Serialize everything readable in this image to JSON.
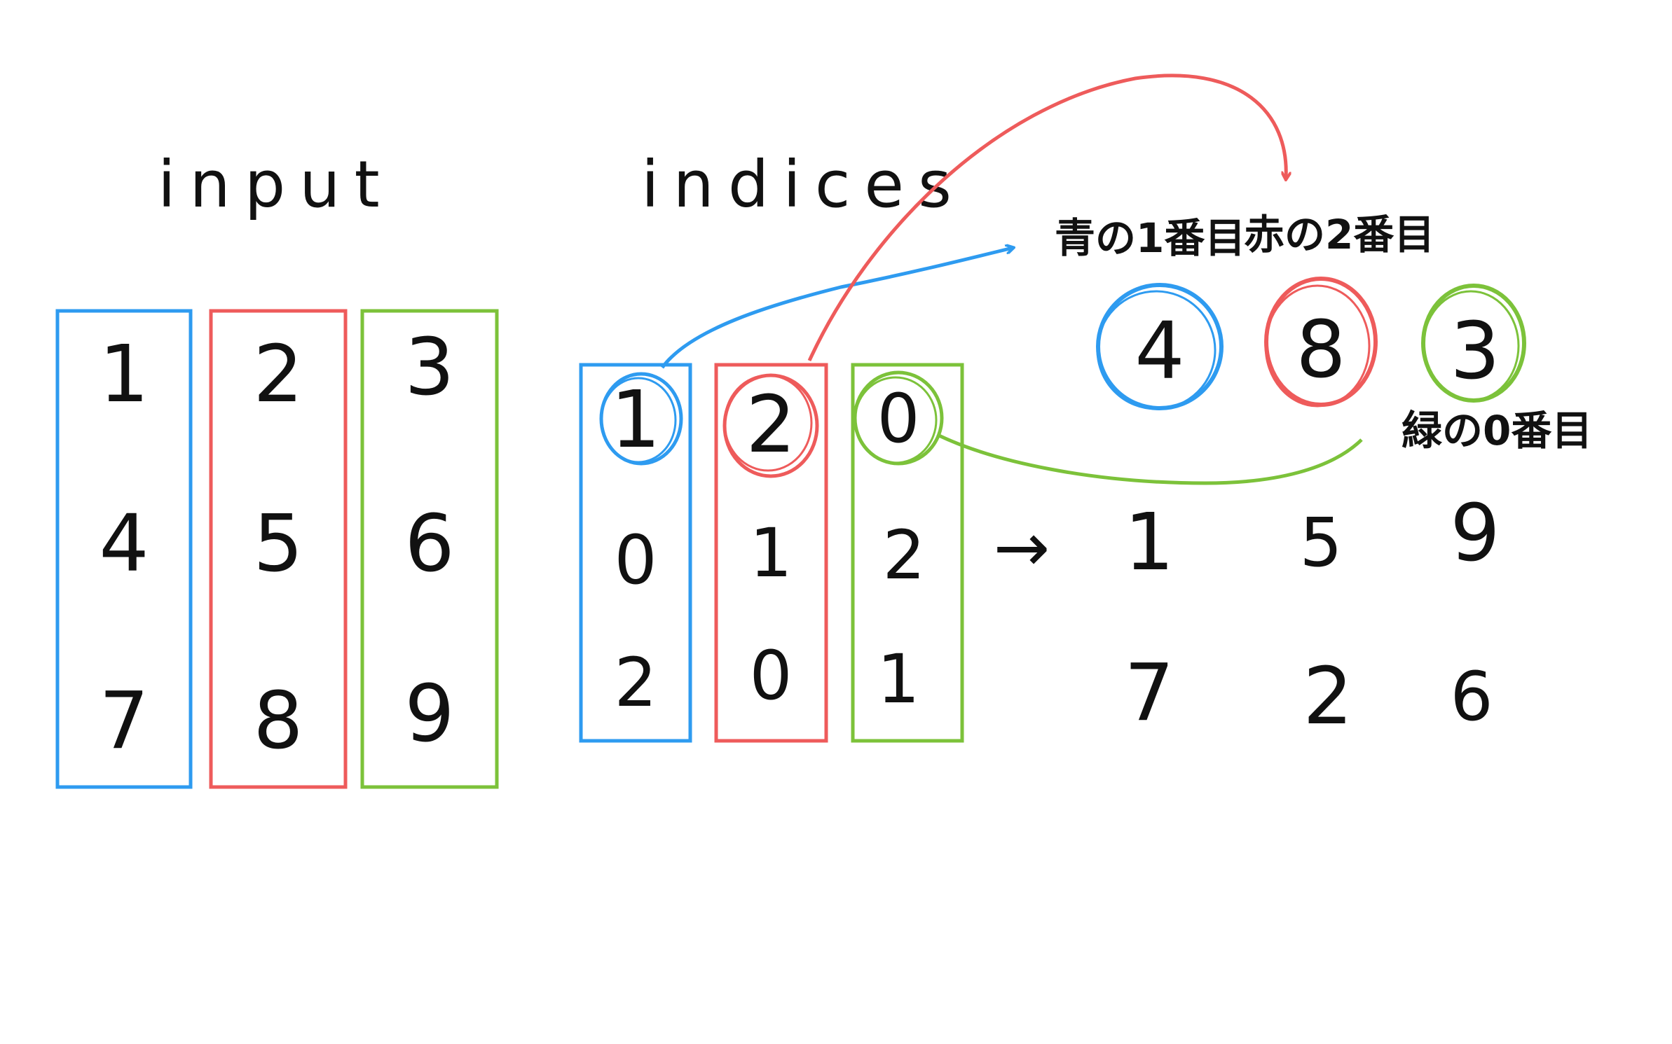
{
  "colors": {
    "blue": "#2E9BF0",
    "red": "#EE5B5B",
    "green": "#7CC23A",
    "ink": "#111111"
  },
  "input": {
    "label": "input",
    "columns": [
      [
        "1",
        "4",
        "7"
      ],
      [
        "2",
        "5",
        "8"
      ],
      [
        "3",
        "6",
        "9"
      ]
    ]
  },
  "indices": {
    "label": "indices",
    "columns": [
      [
        "1",
        "0",
        "2"
      ],
      [
        "2",
        "1",
        "0"
      ],
      [
        "0",
        "2",
        "1"
      ]
    ]
  },
  "output": {
    "arrow": "→",
    "circled": [
      "4",
      "8",
      "3"
    ],
    "rows": [
      [
        "1",
        "5",
        "9"
      ],
      [
        "7",
        "2",
        "6"
      ]
    ]
  },
  "notes": {
    "blue": "青の1番目",
    "red": "赤の2番目",
    "green": "緑の0番目"
  }
}
